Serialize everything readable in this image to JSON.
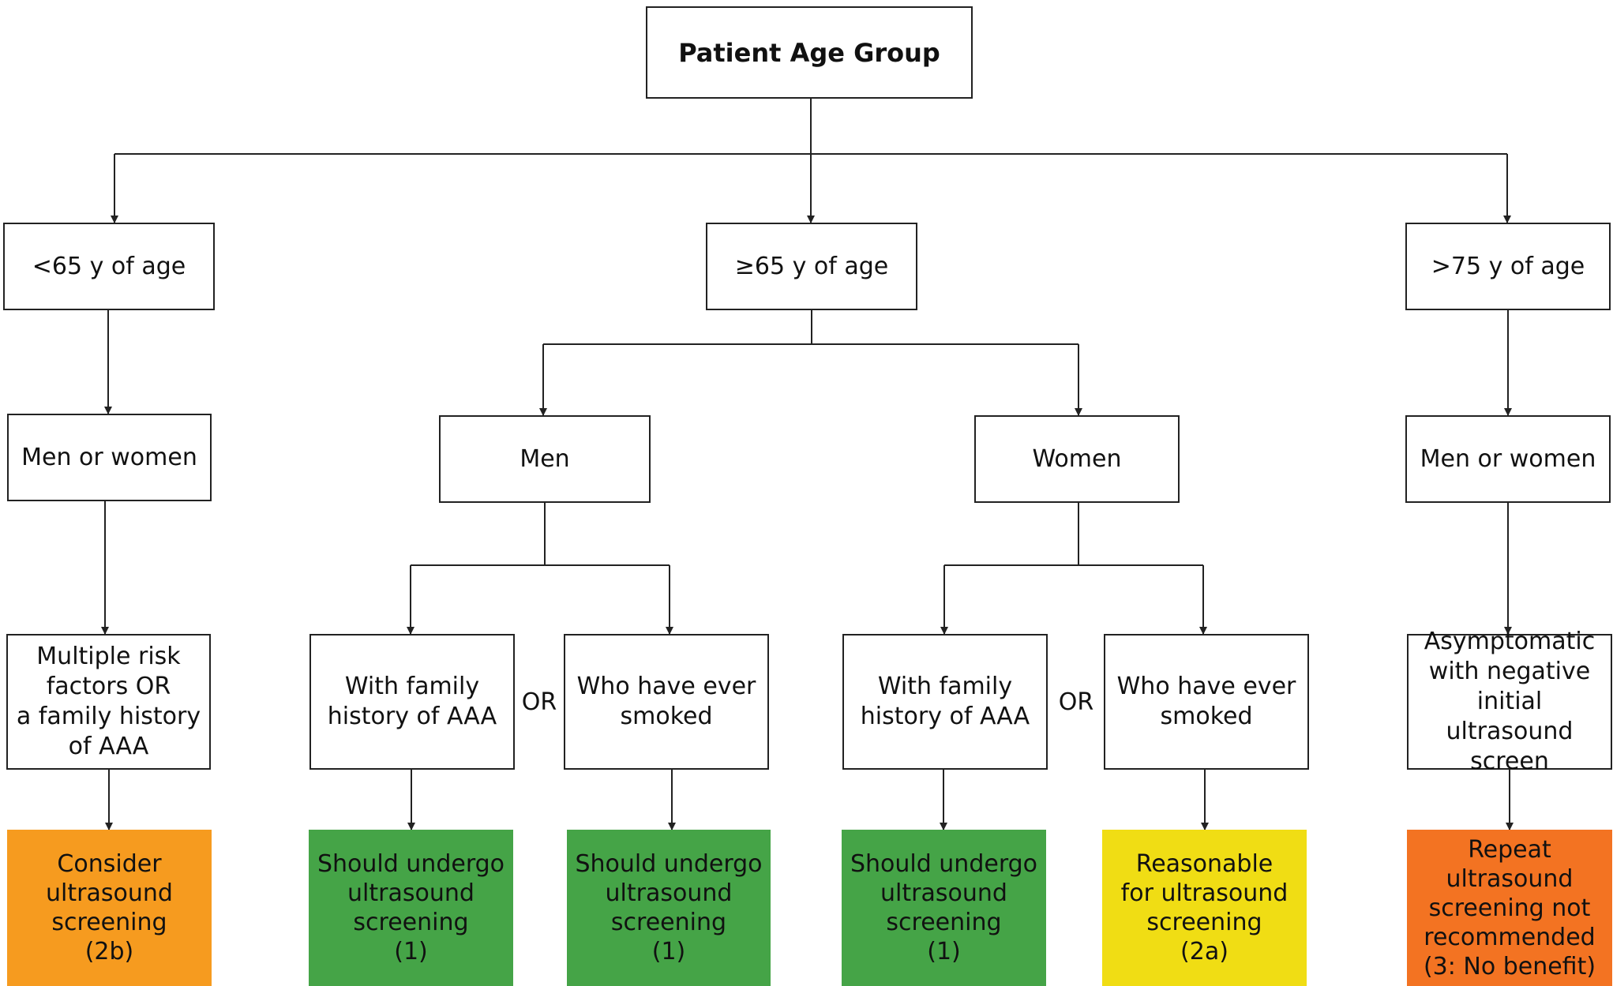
{
  "root": {
    "label": "Patient Age Group"
  },
  "age_groups": {
    "lt65": "<65 y of age",
    "ge65": "≥65 y of age",
    "gt75": ">75 y of age"
  },
  "sex_groups": {
    "left": "Men or women",
    "men": "Men",
    "women": "Women",
    "right": "Men or women"
  },
  "criteria": {
    "c1": "Multiple risk\nfactors OR\na family history\nof AAA",
    "c2": "With family\nhistory of AAA",
    "c3": "Who have ever\nsmoked",
    "c4": "With family\nhistory of AAA",
    "c5": "Who have ever\nsmoked",
    "c6": "Asymptomatic\nwith negative\ninitial ultrasound\nscreen"
  },
  "or_label": "OR",
  "outcomes": [
    {
      "label": "Consider\nultrasound\nscreening\n(2b)",
      "color": "#F69B1F"
    },
    {
      "label": "Should undergo\nultrasound\nscreening\n(1)",
      "color": "#45A447"
    },
    {
      "label": "Should undergo\nultrasound\nscreening\n(1)",
      "color": "#45A447"
    },
    {
      "label": "Should undergo\nultrasound\nscreening\n(1)",
      "color": "#45A447"
    },
    {
      "label": "Reasonable\nfor ultrasound\nscreening\n(2a)",
      "color": "#F0DD14"
    },
    {
      "label": "Repeat\nultrasound\nscreening not\nrecommended\n(3: No benefit)",
      "color": "#F37322"
    }
  ],
  "colors": {
    "line": "#222222"
  }
}
